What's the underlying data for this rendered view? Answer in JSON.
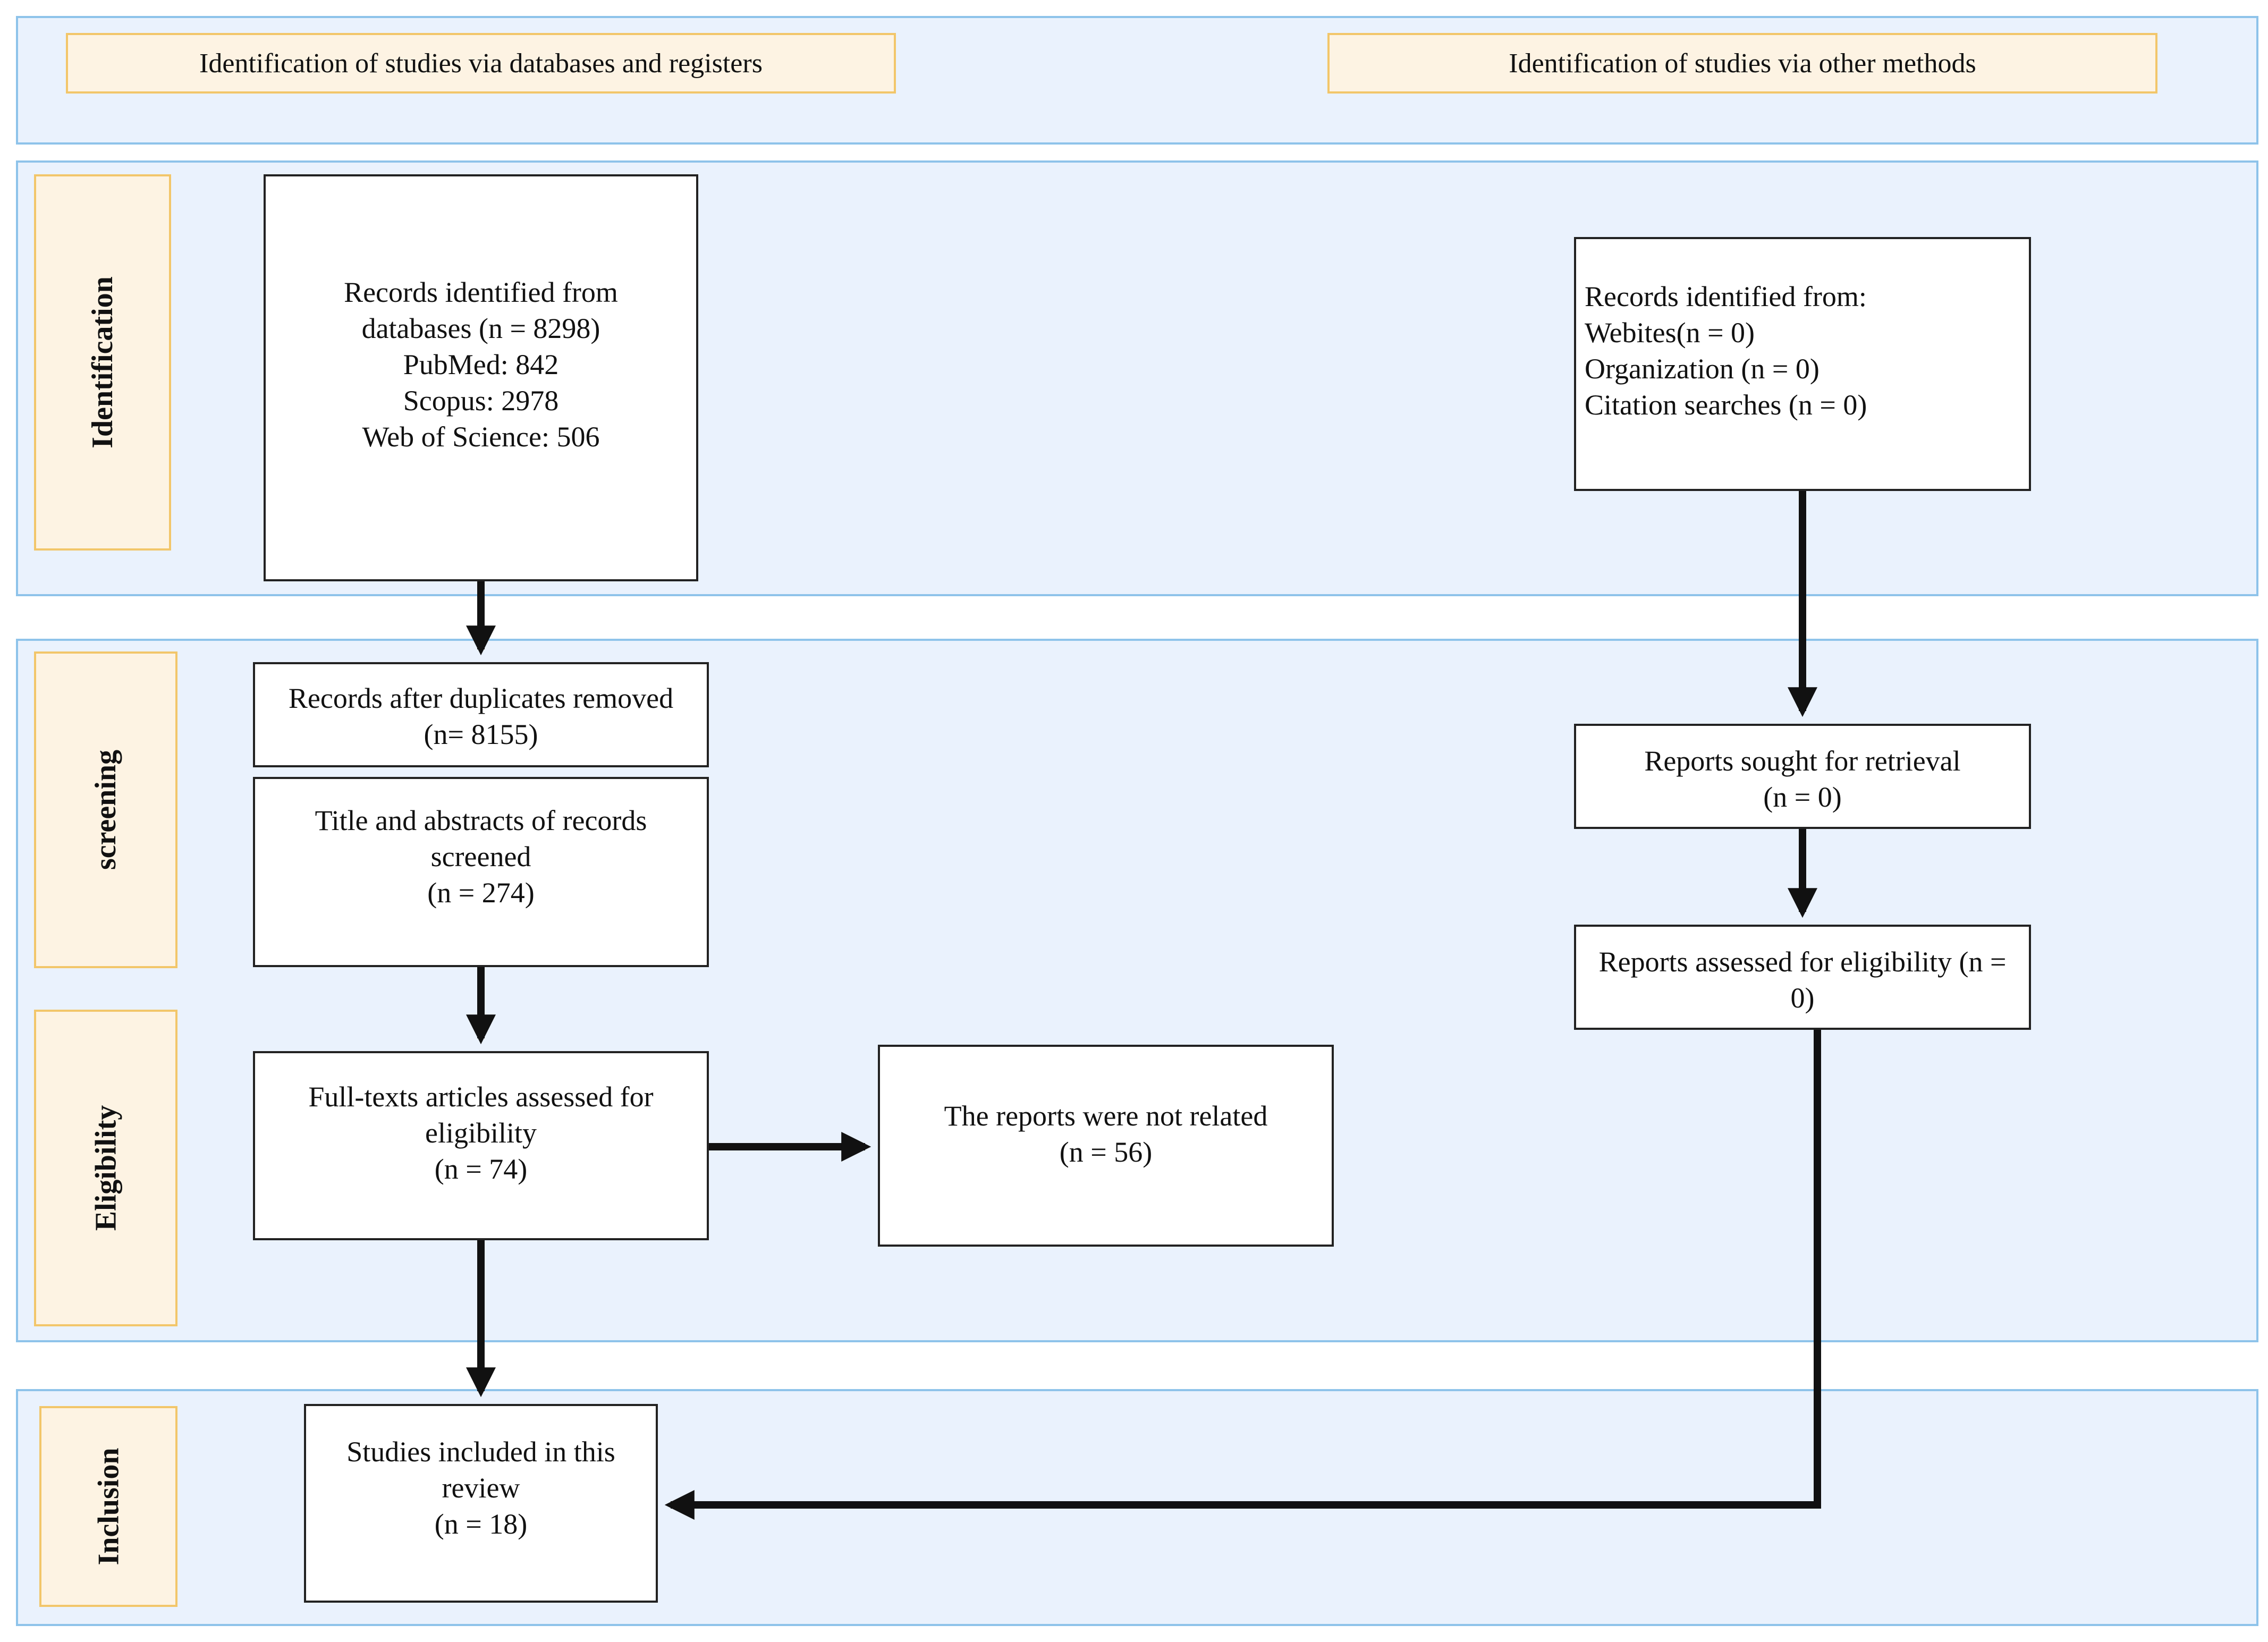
{
  "headers": {
    "databases": "Identification of studies via databases and registers",
    "other": "Identification of studies via other methods"
  },
  "stages": {
    "identification": "Identification",
    "screening": "screening",
    "eligibility": "Eligibility",
    "inclusion": "Inclusion"
  },
  "boxes": {
    "records_db": [
      "Records identified from",
      "databases (n = 8298)",
      "PubMed: 842",
      "Scopus: 2978",
      "Web of Science: 506"
    ],
    "records_other": [
      "Records identified from:",
      "Webites(n = 0)",
      "Organization (n = 0)",
      "Citation searches (n = 0)"
    ],
    "duplicates_removed": [
      "Records after duplicates removed",
      "(n= 8155)"
    ],
    "screened": [
      "Title and abstracts of records",
      "screened",
      "(n = 274)"
    ],
    "sought": [
      "Reports sought for retrieval",
      "(n = 0)"
    ],
    "assessed_other": [
      "Reports assessed for eligibility (n =",
      "0)"
    ],
    "fulltext": [
      "Full-texts articles assessed for",
      "eligibility",
      "(n = 74)"
    ],
    "excluded": [
      "The reports were not related",
      "(n = 56)"
    ],
    "included": [
      "Studies included in this",
      "review",
      "(n = 18)"
    ]
  },
  "colors": {
    "band_fill": "#eaf2fd",
    "band_border": "#8ec3ea",
    "label_fill": "#fdf3e3",
    "label_border": "#f2c66a",
    "arrow": "#111111"
  }
}
